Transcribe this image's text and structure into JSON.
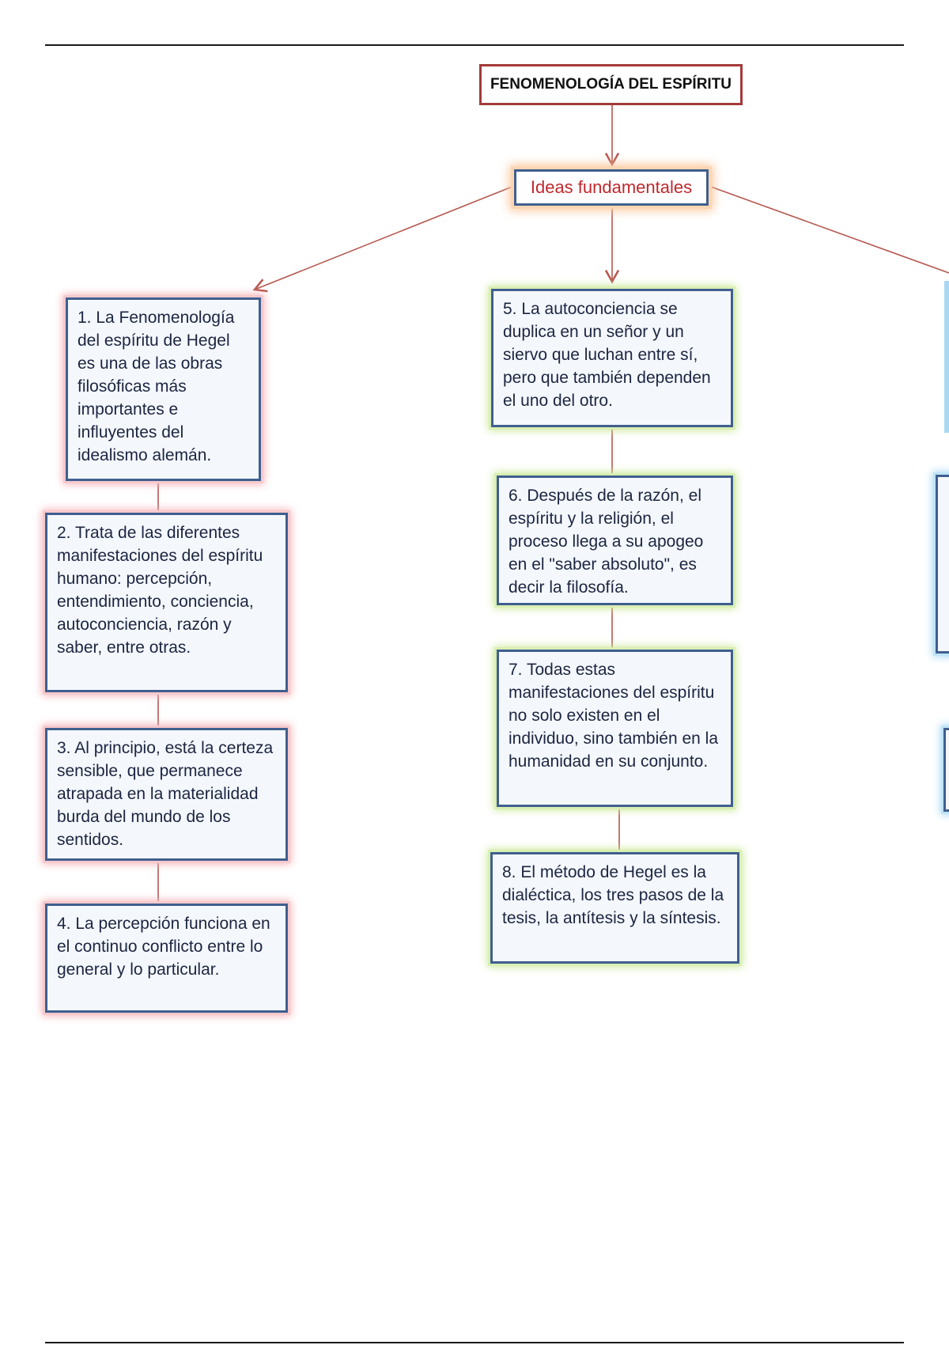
{
  "title": "FENOMENOLOGÍA DEL ESPÍRITU",
  "subtitle": "Ideas fundamentales",
  "nodes": [
    {
      "id": "1",
      "text": "1. La Fenomenología del espíritu de Hegel es una de las obras filosóficas más importantes e influyentes del idealismo alemán."
    },
    {
      "id": "2",
      "text": "2. Trata de las diferentes manifestaciones del espíritu humano: percepción, entendimiento, conciencia, autoconciencia, razón y saber, entre otras."
    },
    {
      "id": "3",
      "text": "3. Al principio, está la certeza sensible, que permanece atrapada en la materialidad burda del mundo de los sentidos."
    },
    {
      "id": "4",
      "text": "4. La percepción funciona en el continuo conflicto entre lo general y lo particular."
    },
    {
      "id": "5",
      "text": "5. La autoconciencia se duplica en un señor y un siervo que luchan entre sí, pero que también dependen el uno del otro."
    },
    {
      "id": "6",
      "text": "6. Después de la razón, el espíritu y la religión, el proceso llega a su apogeo en el \"saber absoluto\", es decir la filosofía."
    },
    {
      "id": "7",
      "text": "7. Todas estas manifestaciones del espíritu no solo existen en el individuo, sino también en la humanidad en su conjunto."
    },
    {
      "id": "8",
      "text": "8. El método de Hegel es la dialéctica, los tres pasos de la tesis, la antítesis y la síntesis."
    }
  ],
  "colors": {
    "connector": "#b5574f",
    "box_border": "#3f5f8f",
    "title_border": "#a33a3a",
    "subtitle_text": "#c0282d",
    "glow_left": "#f5b3b9",
    "glow_center": "#cde89a",
    "glow_right": "#a9d9f2"
  }
}
